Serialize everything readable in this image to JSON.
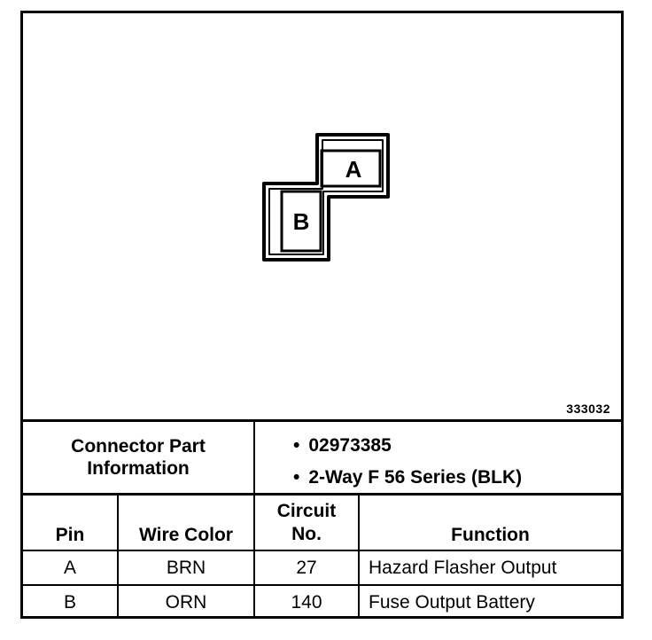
{
  "figure": {
    "pins": [
      "A",
      "B"
    ],
    "figure_number": "333032"
  },
  "connector_info": {
    "label_line1": "Connector Part",
    "label_line2": "Information",
    "bullet_glyph": "•",
    "part_number": "02973385",
    "description": "2-Way F 56 Series (BLK)"
  },
  "table": {
    "headers": {
      "pin": "Pin",
      "wire_color": "Wire Color",
      "circuit_line1": "Circuit",
      "circuit_line2": "No.",
      "function": "Function"
    },
    "rows": [
      {
        "pin": "A",
        "wire_color": "BRN",
        "circuit": "27",
        "function": "Hazard Flasher Output"
      },
      {
        "pin": "B",
        "wire_color": "ORN",
        "circuit": "140",
        "function": "Fuse Output Battery"
      }
    ]
  }
}
